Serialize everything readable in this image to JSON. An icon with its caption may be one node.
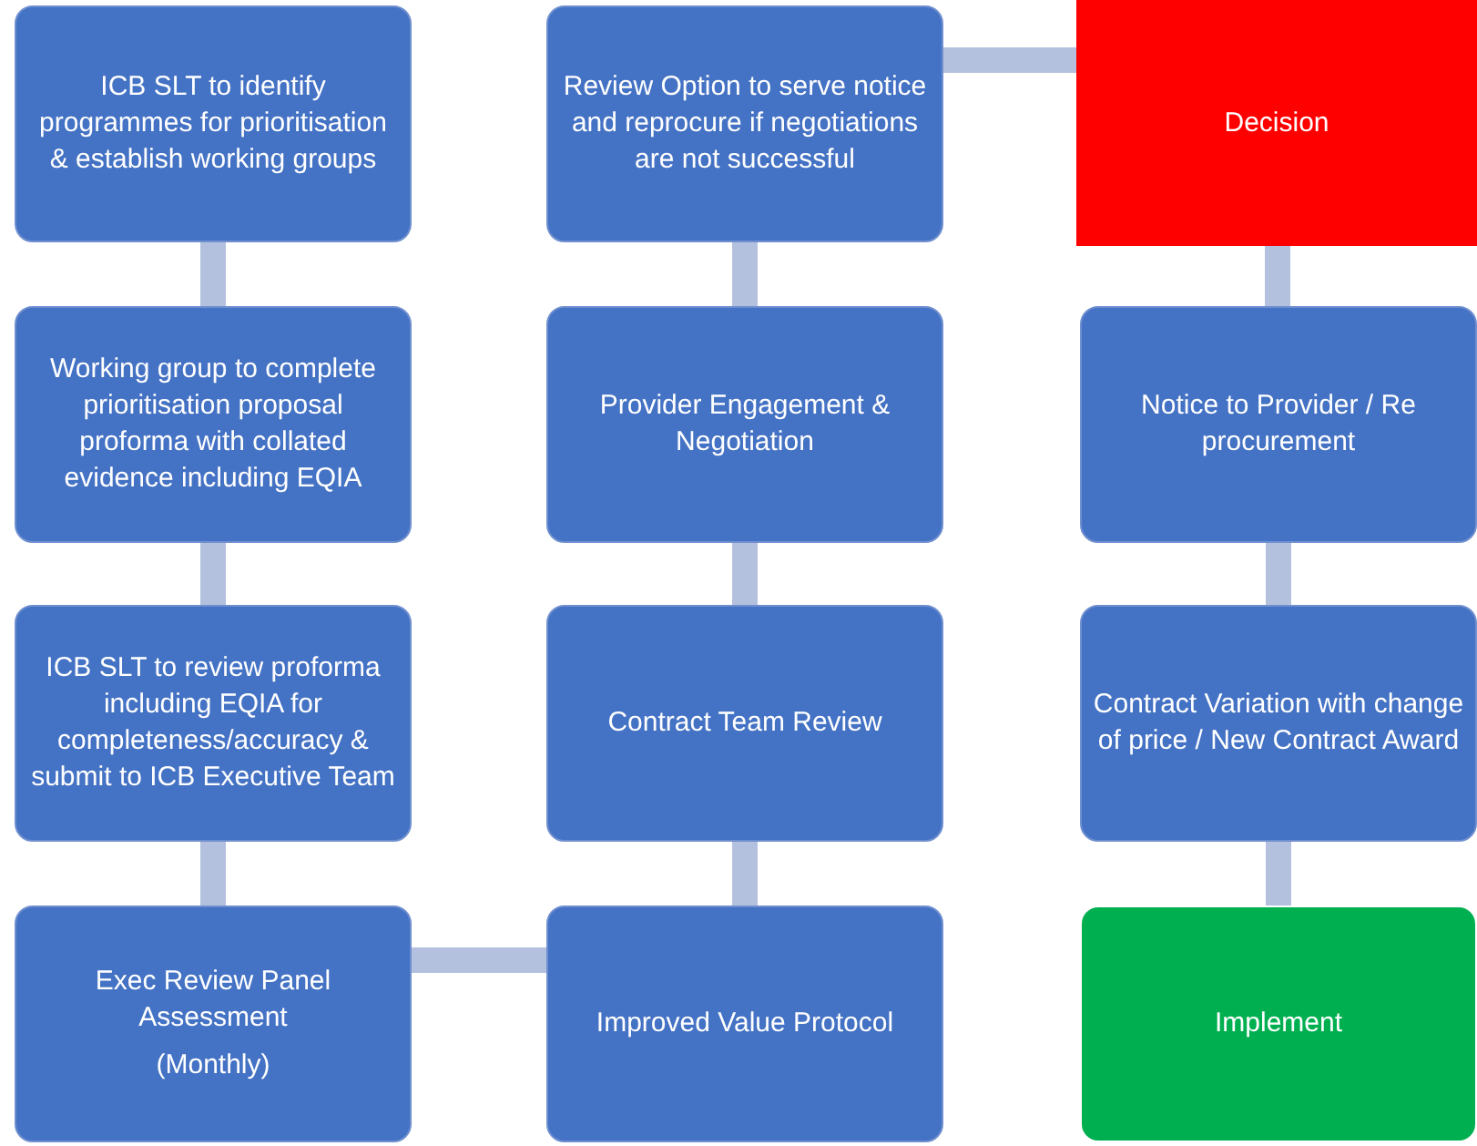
{
  "diagram": {
    "nodes": [
      {
        "text": [
          "ICB SLT to identify programmes for prioritisation & establish working groups"
        ]
      },
      {
        "text": [
          "Working group to complete prioritisation proposal proforma with collated evidence including EQIA"
        ]
      },
      {
        "text": [
          "ICB SLT to review proforma including EQIA for completeness/accuracy & submit to ICB Executive Team"
        ]
      },
      {
        "text": [
          "Exec Review Panel Assessment",
          "(Monthly)"
        ]
      },
      {
        "text": [
          "Review Option to serve notice and reprocure if negotiations are not successful"
        ]
      },
      {
        "text": [
          "Provider Engagement & Negotiation"
        ]
      },
      {
        "text": [
          "Contract Team Review"
        ]
      },
      {
        "text": [
          "Improved Value Protocol"
        ]
      },
      {
        "text": [
          "Decision"
        ]
      },
      {
        "text": [
          "Notice to Provider / Re procurement"
        ]
      },
      {
        "text": [
          "Contract Variation with change of price / New Contract Award"
        ]
      },
      {
        "text": [
          "Implement"
        ]
      }
    ],
    "edges": [
      {
        "from": 0,
        "to": 1,
        "arrow": "none"
      },
      {
        "from": 1,
        "to": 2,
        "arrow": "none"
      },
      {
        "from": 2,
        "to": 3,
        "arrow": "none"
      },
      {
        "from": 3,
        "to": 7,
        "arrow": "none"
      },
      {
        "from": 7,
        "to": 6,
        "arrow": "none"
      },
      {
        "from": 6,
        "to": 5,
        "arrow": "none"
      },
      {
        "from": 5,
        "to": 4,
        "arrow": "none"
      },
      {
        "from": 4,
        "to": 8,
        "arrow": "none"
      },
      {
        "from": 8,
        "to": 9,
        "arrow": "none"
      },
      {
        "from": 9,
        "to": 10,
        "arrow": "none"
      },
      {
        "from": 10,
        "to": 11,
        "arrow": "none"
      }
    ]
  }
}
